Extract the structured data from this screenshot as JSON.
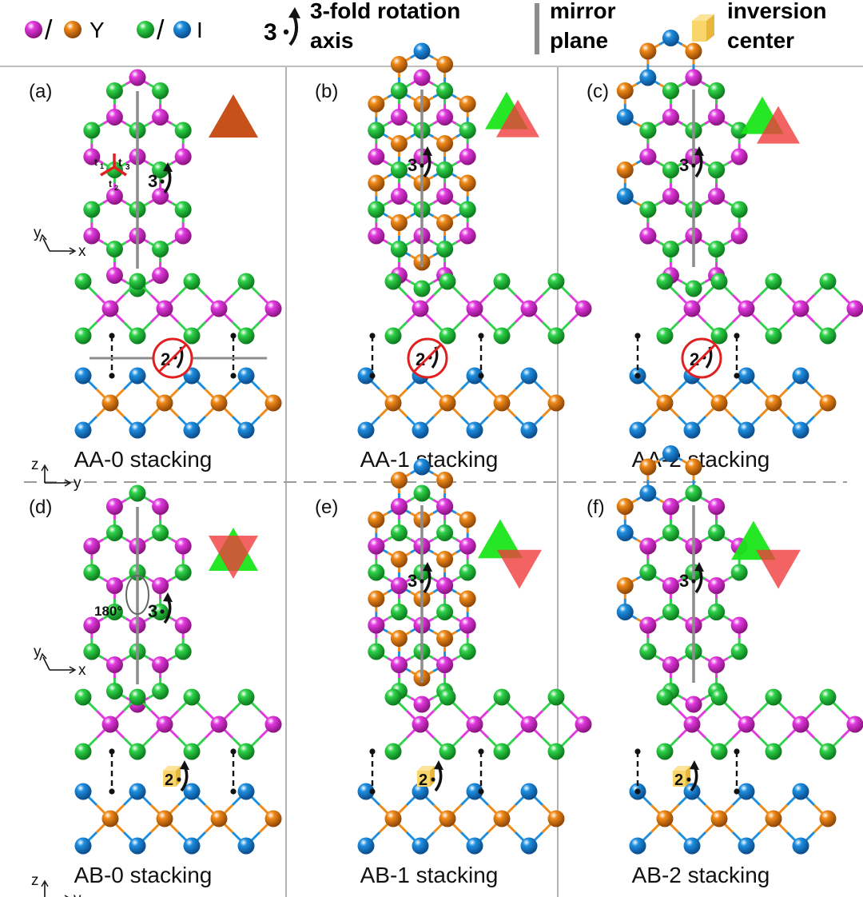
{
  "legend": {
    "y_label": "Y",
    "i_label": "I",
    "rot_symbol": "3",
    "rot_line1": "3-fold rotation",
    "rot_line2": "axis",
    "mirror_line1": "mirror",
    "mirror_line2": "plane",
    "inv_line1": "inversion",
    "inv_line2": "center"
  },
  "colors": {
    "magenta": "#e23ae0",
    "orange": "#f08a18",
    "green": "#2fd24a",
    "blue": "#1e8fe0",
    "tri_brown": "#c8501a",
    "tri_green": "#19e619",
    "tri_red": "#f03c3c",
    "inversion_yellow": "#f9d66c",
    "mirror_gray": "#8c8c8c",
    "no_rotation_red": "#e02020"
  },
  "panels": [
    {
      "label": "(a)",
      "caption": "AA-0 stacking",
      "top_symbol": "3",
      "side_symbol": "2",
      "axes_top": [
        "y",
        "x"
      ],
      "axes_side": [
        "z",
        "y"
      ],
      "hop_labels": [
        "t",
        "t",
        "t"
      ],
      "hop_subscripts": [
        "1",
        "2",
        "3"
      ]
    },
    {
      "label": "(b)",
      "caption": "AA-1 stacking",
      "top_symbol": "3",
      "side_symbol": "2"
    },
    {
      "label": "(c)",
      "caption": "AA-2 stacking",
      "top_symbol": "3",
      "side_symbol": "2"
    },
    {
      "label": "(d)",
      "caption": "AB-0 stacking",
      "top_symbol": "3",
      "side_symbol": "2",
      "angle_label": "180°",
      "axes_top": [
        "y",
        "x"
      ],
      "axes_side": [
        "z",
        "y"
      ]
    },
    {
      "label": "(e)",
      "caption": "AB-1 stacking",
      "top_symbol": "3",
      "side_symbol": "2"
    },
    {
      "label": "(f)",
      "caption": "AB-2 stacking",
      "top_symbol": "3",
      "side_symbol": "2"
    }
  ]
}
